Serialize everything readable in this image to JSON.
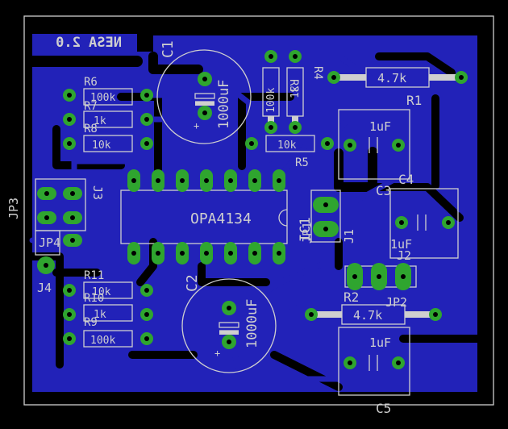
{
  "board": {
    "title_mirrored": "NESA 2.0",
    "colors": {
      "background": "#000000",
      "copper": "#2222b8",
      "pad": "#2fa52f",
      "silkscreen": "#cfcfcf"
    }
  },
  "components": {
    "ic": {
      "name": "OPA4134",
      "ref": "IC1"
    },
    "c1": {
      "ref": "C1",
      "value": "1000uF"
    },
    "c2": {
      "ref": "C2",
      "value": "1000uF"
    },
    "c3": {
      "ref": "C3",
      "value": "1uF"
    },
    "c4": {
      "ref": "C4",
      "value": "1uF"
    },
    "c5": {
      "ref": "C5",
      "value": "1uF"
    },
    "r1": {
      "ref": "R1",
      "value": "4.7k"
    },
    "r2": {
      "ref": "R2",
      "value": "4.7k"
    },
    "r3": {
      "ref": "R3",
      "value": "100k"
    },
    "r4": {
      "ref": "R4",
      "value": "1k"
    },
    "r5": {
      "ref": "R5",
      "value": "10k"
    },
    "r6": {
      "ref": "R6",
      "value": "100k"
    },
    "r7": {
      "ref": "R7",
      "value": "1k"
    },
    "r8": {
      "ref": "R8",
      "value": "10k"
    },
    "r9": {
      "ref": "R9",
      "value": "100k"
    },
    "r10": {
      "ref": "R10",
      "value": "1k"
    },
    "r11": {
      "ref": "R11",
      "value": "10k"
    },
    "j1": {
      "ref": "J1"
    },
    "j2": {
      "ref": "J2"
    },
    "j3": {
      "ref": "J3"
    },
    "j4": {
      "ref": "J4"
    },
    "jp1": {
      "ref": "JP1"
    },
    "jp2": {
      "ref": "JP2"
    },
    "jp3": {
      "ref": "JP3"
    },
    "jp4": {
      "ref": "JP4"
    },
    "polarity": "+"
  }
}
